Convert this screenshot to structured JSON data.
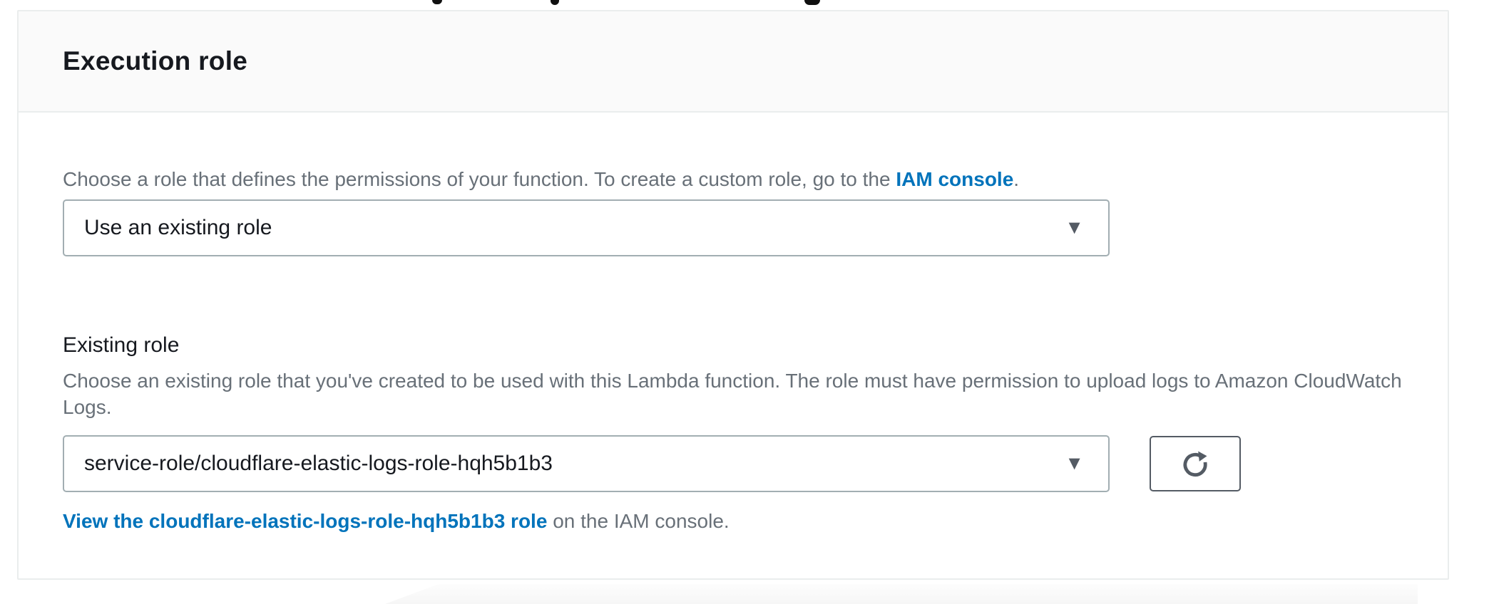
{
  "panel": {
    "title": "Execution role",
    "role_source": {
      "description_prefix": "Choose a role that defines the permissions of your function. To create a custom role, go to the ",
      "link_label": "IAM console",
      "description_suffix": ".",
      "selected_value": "Use an existing role"
    },
    "existing_role": {
      "label": "Existing role",
      "description": "Choose an existing role that you've created to be used with this Lambda function. The role must have permission to upload logs to Amazon CloudWatch Logs.",
      "selected_value": "service-role/cloudflare-elastic-logs-role-hqh5b1b3",
      "view_link_label": "View the cloudflare-elastic-logs-role-hqh5b1b3 role",
      "view_link_suffix": " on the IAM console."
    },
    "icons": {
      "dropdown_caret": "▼"
    },
    "colors": {
      "link_blue": "#0073bb",
      "text_dark": "#16191f",
      "text_gray": "#687078",
      "select_border": "#a2aeb2",
      "button_border": "#545b64",
      "header_bg": "#fafafa",
      "divider": "#eaeded"
    }
  }
}
